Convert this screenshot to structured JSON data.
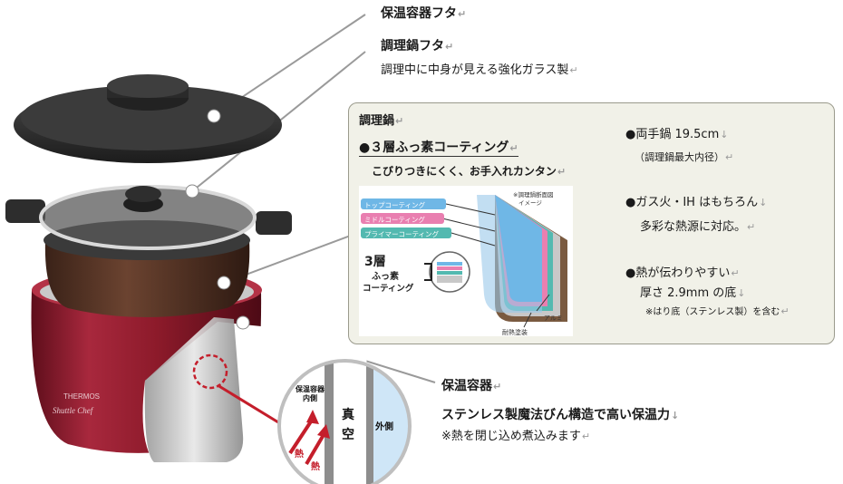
{
  "callouts": {
    "outer_lid_label": "保温容器フタ",
    "inner_lid_label": "調理鍋フタ",
    "inner_lid_desc": "調理中に中身が見える強化ガラス製",
    "container_label": "保温容器",
    "container_desc": "ステンレス製魔法びん構造で高い保温力",
    "container_note": "※熱を閉じ込め煮込みます"
  },
  "panel": {
    "title": "調理鍋",
    "coating_heading": "●３層ふっ素コーティング",
    "coating_desc": "こびりつきにくく、お手入れカンタン",
    "spec1": "●両手鍋 19.5cm",
    "spec1_note": "（調理鍋最大内径）",
    "spec2_line1": "●ガス火・IH はもちろん",
    "spec2_line2": "多彩な熱源に対応。",
    "spec3_line1": "●熱が伝わりやすい",
    "spec3_line2": "厚さ 2.9mm の底",
    "spec3_note": "※はり底（ステンレス製）を含む"
  },
  "diagram": {
    "title_line1": "※調理鍋断面図",
    "title_line2": "イメージ",
    "layer_top": "トップコーティング",
    "layer_middle": "ミドルコーティング",
    "layer_primer": "プライマーコーティング",
    "badge_line1": "3層",
    "badge_line2": "ふっ素",
    "badge_line3": "コーティング",
    "label_aluminum": "アルミ",
    "label_heatproof": "耐熱塗装"
  },
  "cutaway": {
    "inner_label_line1": "保温容器",
    "inner_label_line2": "内側",
    "vacuum_line1": "真",
    "vacuum_line2": "空",
    "outer_label": "外側",
    "heat1": "熱",
    "heat2": "熱"
  },
  "product": {
    "brand": "THERMOS",
    "model": "Shuttle Chef"
  },
  "colors": {
    "pot_red": "#8c1a2a",
    "lid_dark": "#2b2b2b",
    "panel_bg": "#f1f1e8",
    "coating_top": "#6fb7e6",
    "coating_middle": "#e97fb0",
    "coating_primer": "#53b9b0",
    "vacuum_blue": "#cfe6f7"
  }
}
